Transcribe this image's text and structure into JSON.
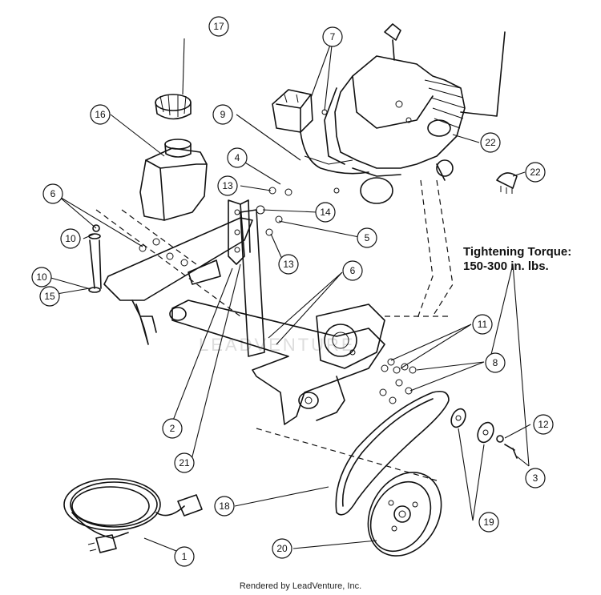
{
  "callouts": [
    {
      "label": "1"
    },
    {
      "label": "2"
    },
    {
      "label": "3"
    },
    {
      "label": "4"
    },
    {
      "label": "5"
    },
    {
      "label": "6"
    },
    {
      "label": "6"
    },
    {
      "label": "7"
    },
    {
      "label": "8"
    },
    {
      "label": "9"
    },
    {
      "label": "10"
    },
    {
      "label": "10"
    },
    {
      "label": "11"
    },
    {
      "label": "12"
    },
    {
      "label": "13"
    },
    {
      "label": "13"
    },
    {
      "label": "14"
    },
    {
      "label": "15"
    },
    {
      "label": "16"
    },
    {
      "label": "17"
    },
    {
      "label": "18"
    },
    {
      "label": "19"
    },
    {
      "label": "20"
    },
    {
      "label": "21"
    },
    {
      "label": "22"
    },
    {
      "label": "22"
    }
  ],
  "torque_note": {
    "line1": "Tightening Torque:",
    "line2": "150-300 in. lbs."
  },
  "footer": "Rendered by LeadVenture, Inc.",
  "watermark": "LEADVENTURE"
}
